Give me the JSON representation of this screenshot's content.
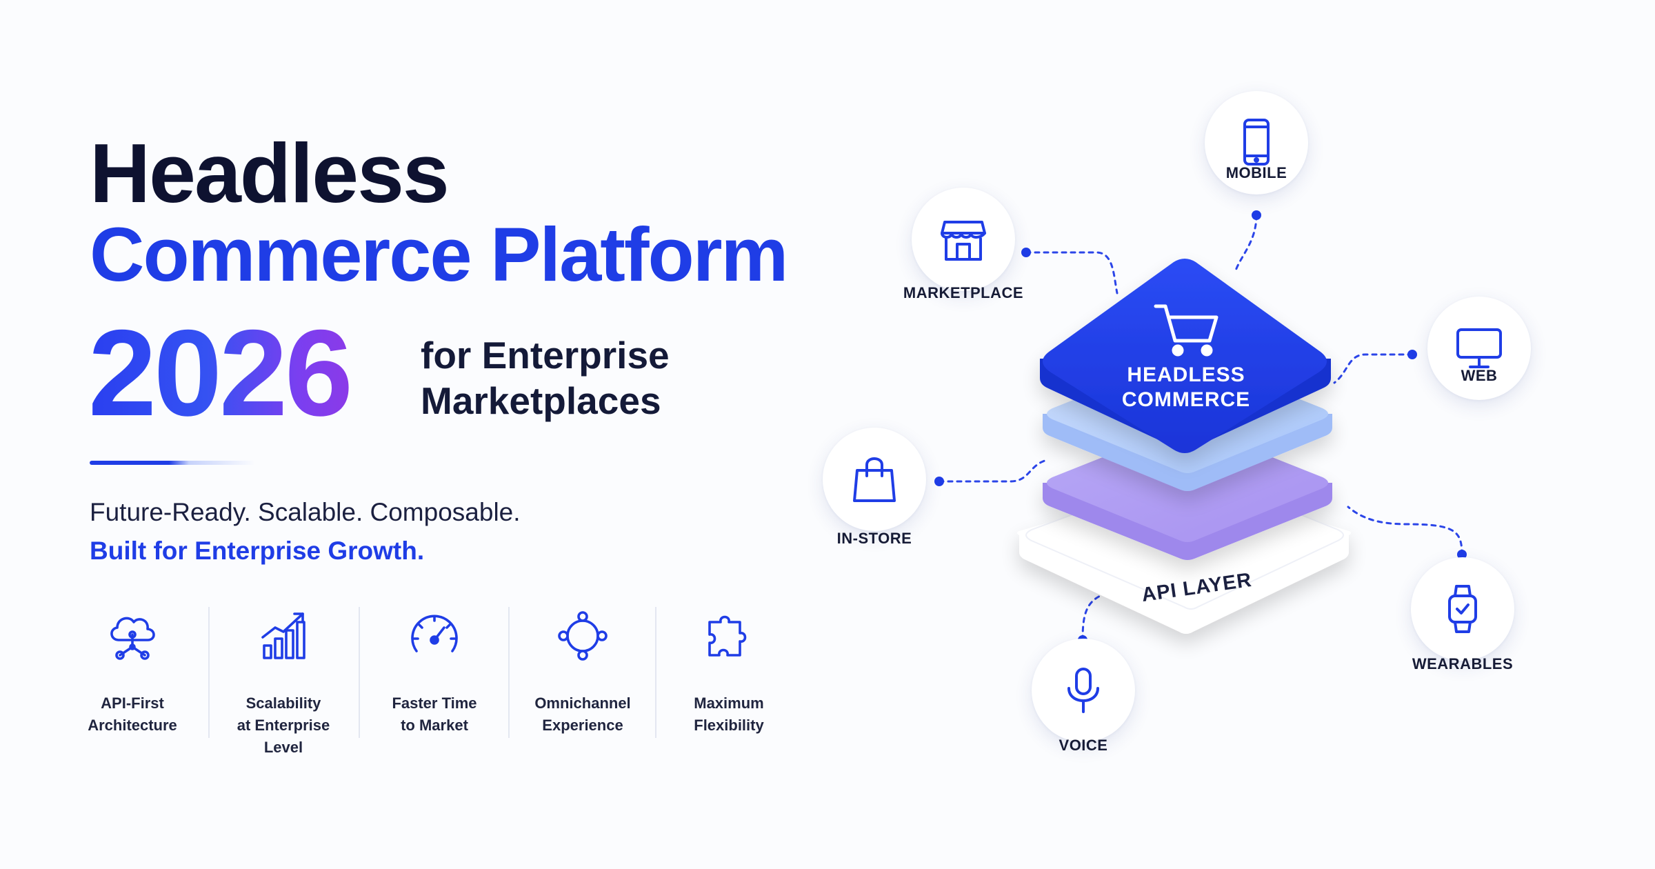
{
  "hero": {
    "title_line1": "Headless",
    "title_line2": "Commerce Platform",
    "year": "2026",
    "subtitle_line1": "for Enterprise",
    "subtitle_line2": "Marketplaces",
    "tagline": "Future-Ready. Scalable. Composable.",
    "tagline_highlight": "Built for Enterprise Growth."
  },
  "features": [
    {
      "icon": "cloud-network-icon",
      "line1": "API-First",
      "line2": "Architecture",
      "line3": ""
    },
    {
      "icon": "bar-chart-growth-icon",
      "line1": "Scalability",
      "line2": "at Enterprise",
      "line3": "Level"
    },
    {
      "icon": "speedometer-icon",
      "line1": "Faster Time",
      "line2": "to Market",
      "line3": ""
    },
    {
      "icon": "omnichannel-nodes-icon",
      "line1": "Omnichannel",
      "line2": "Experience",
      "line3": ""
    },
    {
      "icon": "puzzle-piece-icon",
      "line1": "Maximum",
      "line2": "Flexibility",
      "line3": ""
    }
  ],
  "diagram": {
    "core_line1": "HEADLESS",
    "core_line2": "COMMERCE",
    "api_layer": "API LAYER",
    "channels": {
      "mobile": {
        "label": "MOBILE",
        "icon": "smartphone-icon"
      },
      "marketplace": {
        "label": "MARKETPLACE",
        "icon": "storefront-icon"
      },
      "web": {
        "label": "WEB",
        "icon": "monitor-icon"
      },
      "in_store": {
        "label": "IN-STORE",
        "icon": "shopping-bag-icon"
      },
      "wearables": {
        "label": "WEARABLES",
        "icon": "smartwatch-icon"
      },
      "voice": {
        "label": "VOICE",
        "icon": "microphone-icon"
      }
    }
  },
  "colors": {
    "primary": "#1f3de6",
    "dark": "#0e1230",
    "gradient_start": "#2a3ff0",
    "gradient_end": "#8b3ae8",
    "layer_light_blue": "#bcd4fb",
    "layer_purple": "#b8a6f5"
  }
}
